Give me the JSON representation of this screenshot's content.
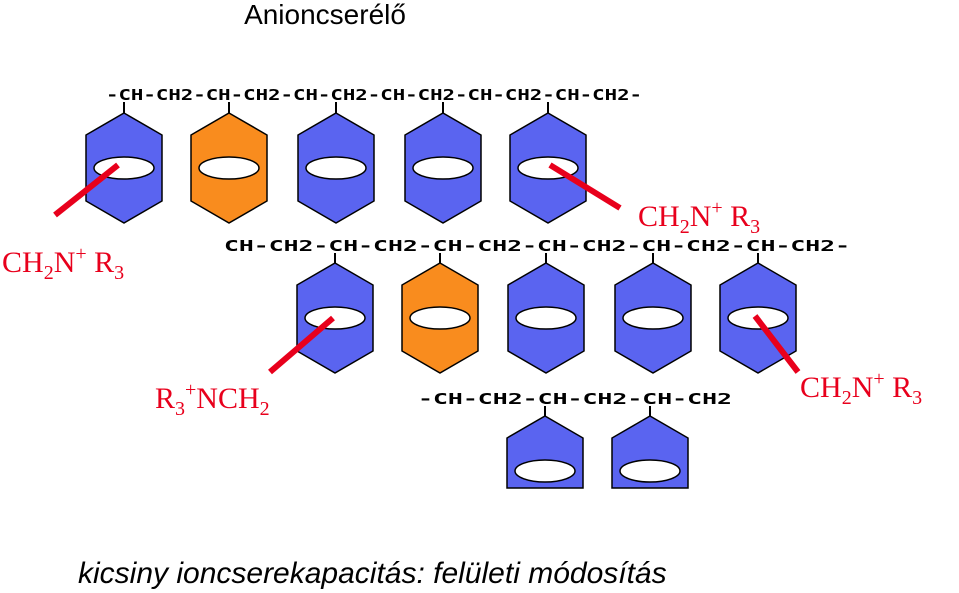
{
  "title": "Anioncserélő",
  "footer": "kicsiny ioncserekapacitás: felületi módosítás",
  "chains": {
    "top": "-CH-CH2-CH-CH2-CH-CH2-CH-CH2-CH-CH2-CH-CH2-",
    "middle": "CH-CH2-CH-CH2-CH-CH2-CH-CH2-CH-CH2-CH-CH2-",
    "bottom": "-CH-CH2-CH-CH2-CH-CH2"
  },
  "annotations": {
    "left": {
      "a": "CH",
      "b": "2",
      "c": "N",
      "d": "+",
      "e": " R",
      "f": "3"
    },
    "top_right": {
      "a": "CH",
      "b": "2",
      "c": "N",
      "d": "+",
      "e": " R",
      "f": "3"
    },
    "middle_left": {
      "a": "R",
      "b": "3",
      "c": "+",
      "d": "NCH",
      "e": "2"
    },
    "right": {
      "a": "CH",
      "b": "2",
      "c": "N",
      "d": "+",
      "e": " R",
      "f": "3"
    }
  },
  "colors": {
    "blue_ring": "#5a64f0",
    "orange_ring": "#f98c1e",
    "ring_outline": "#000000",
    "annotation": "#e8001c"
  },
  "rings": {
    "top": [
      "blue",
      "orange",
      "blue",
      "blue",
      "blue"
    ],
    "middle": [
      "blue",
      "orange",
      "blue",
      "blue",
      "blue"
    ],
    "bottom": [
      "blue",
      "blue"
    ]
  }
}
